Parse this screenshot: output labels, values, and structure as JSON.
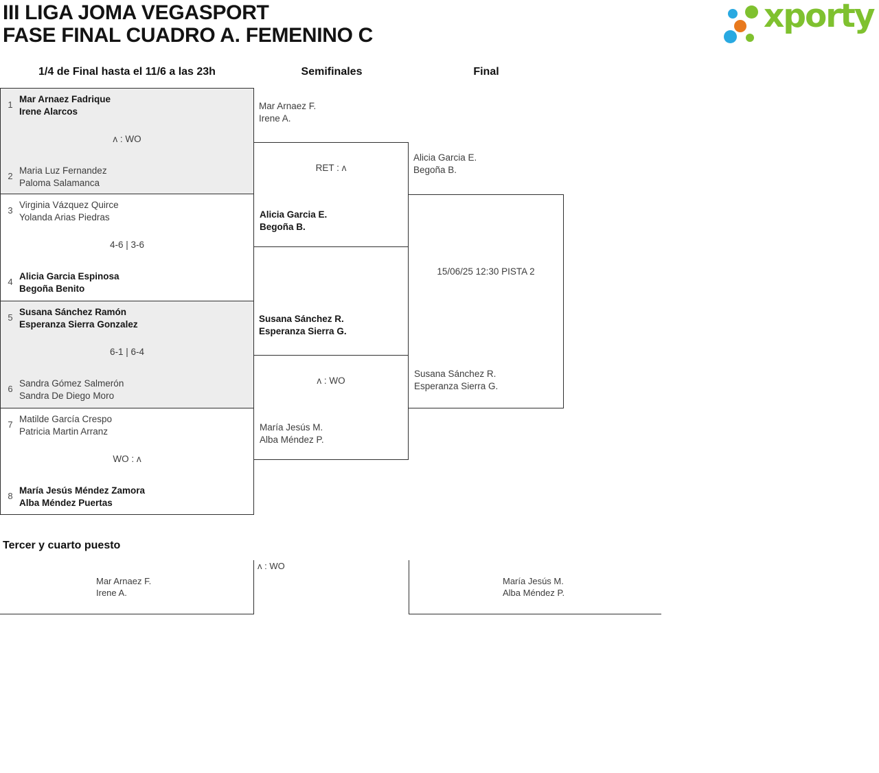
{
  "header": {
    "title_line1": "III LIGA JOMA VEGASPORT",
    "title_line2": "FASE FINAL CUADRO A. FEMENINO C",
    "logo_text": "xporty",
    "logo_colors": {
      "green": "#7fc12f",
      "blue": "#29a9e1",
      "orange": "#e8791d"
    }
  },
  "columns": {
    "quarterfinals": "1/4 de Final hasta el 11/6 a las 23h",
    "semifinals": "Semifinales",
    "final": "Final"
  },
  "bracket": {
    "quarterfinals": [
      {
        "seed1": "1",
        "team1": [
          "Mar Arnaez Fadrique",
          "Irene Alarcos"
        ],
        "team1_winner": true,
        "score": "ʌ : WO",
        "seed2": "2",
        "team2": [
          "Maria Luz Fernandez",
          "Paloma Salamanca"
        ],
        "team2_winner": false
      },
      {
        "seed1": "3",
        "team1": [
          "Virginia Vázquez Quirce",
          "Yolanda Arias Piedras"
        ],
        "team1_winner": false,
        "score": "4-6 | 3-6",
        "seed2": "4",
        "team2": [
          "Alicia Garcia Espinosa",
          "Begoña Benito"
        ],
        "team2_winner": true
      },
      {
        "seed1": "5",
        "team1": [
          "Susana Sánchez Ramón",
          "Esperanza Sierra Gonzalez"
        ],
        "team1_winner": true,
        "score": "6-1 | 6-4",
        "seed2": "6",
        "team2": [
          "Sandra Gómez Salmerón",
          "Sandra De Diego Moro"
        ],
        "team2_winner": false
      },
      {
        "seed1": "7",
        "team1": [
          "Matilde García Crespo",
          "Patricia Martin Arranz"
        ],
        "team1_winner": false,
        "score": "WO : ʌ",
        "seed2": "8",
        "team2": [
          "María Jesús Méndez Zamora",
          "Alba Méndez Puertas"
        ],
        "team2_winner": true
      }
    ],
    "semifinals": [
      {
        "team1": [
          "Mar Arnaez F.",
          "Irene A."
        ],
        "team1_winner": false,
        "score": "RET : ʌ",
        "team2": [
          "Alicia Garcia E.",
          "Begoña B."
        ],
        "team2_winner": true
      },
      {
        "team1": [
          "Susana Sánchez R.",
          "Esperanza Sierra G."
        ],
        "team1_winner": true,
        "score": "ʌ : WO",
        "team2": [
          "María Jesús M.",
          "Alba Méndez P."
        ],
        "team2_winner": false
      }
    ],
    "final": {
      "team1": [
        "Alicia Garcia E.",
        "Begoña B."
      ],
      "schedule": "15/06/25 12:30 PISTA 2",
      "team2": [
        "Susana Sánchez R.",
        "Esperanza Sierra G."
      ]
    },
    "third_place": {
      "title": "Tercer y cuarto puesto",
      "team1": [
        "Mar Arnaez F.",
        "Irene A."
      ],
      "score": "ʌ : WO",
      "team2": [
        "María Jesús M.",
        "Alba Méndez P."
      ]
    }
  }
}
